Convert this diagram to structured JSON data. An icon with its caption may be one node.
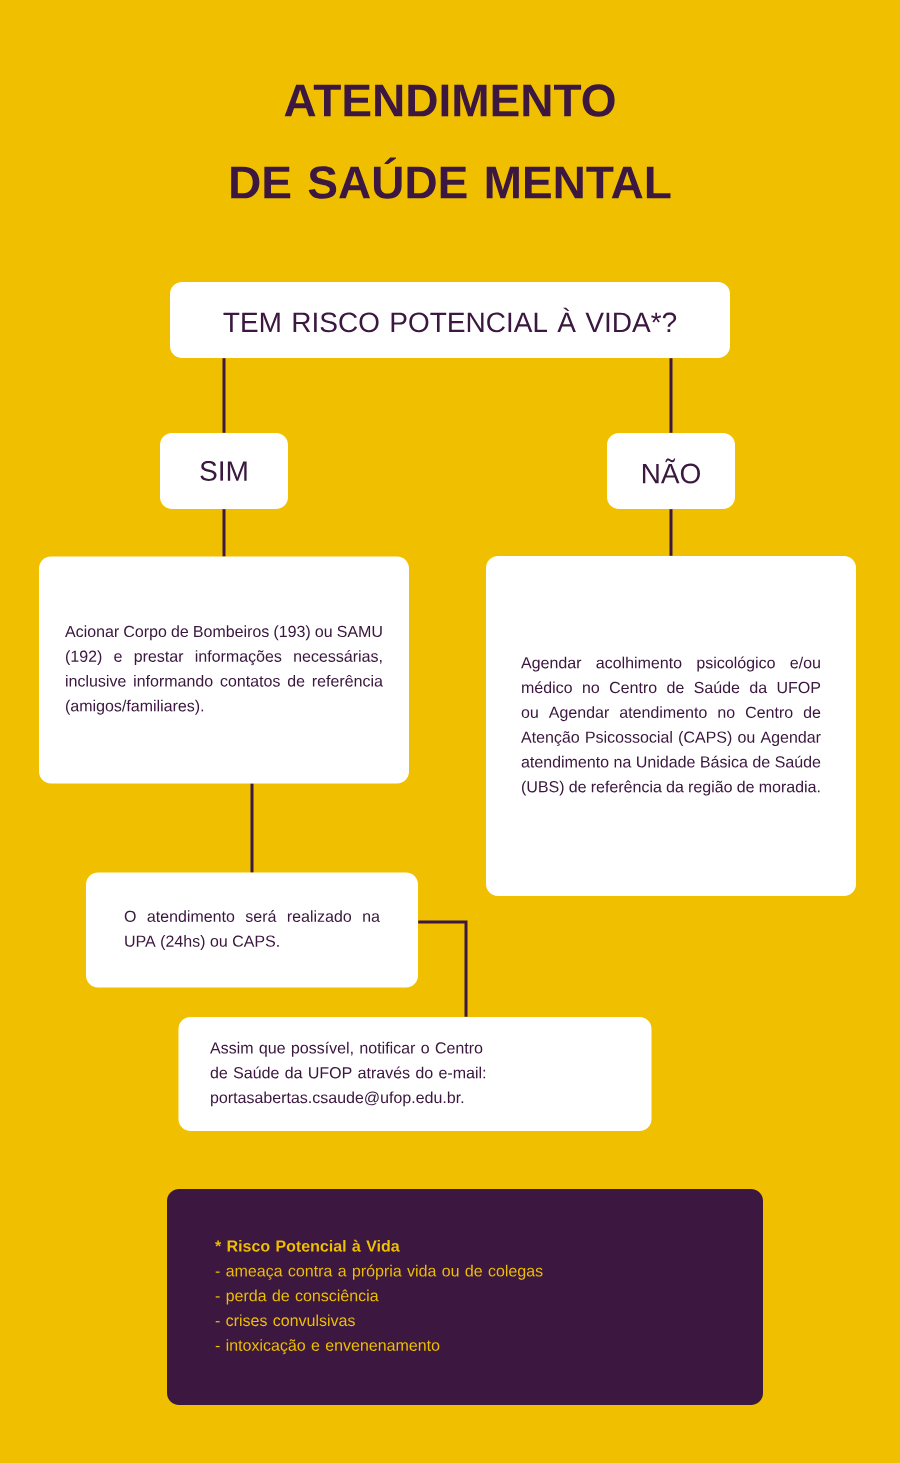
{
  "diagram": {
    "title": "ATENDIMENTO DE SAÚDE MENTAL",
    "nodes": [
      {
        "text": [
          "TEM RISCO POTENCIAL À VIDA*?"
        ]
      },
      {
        "text": [
          "SIM"
        ]
      },
      {
        "text": [
          "NÃO"
        ]
      },
      {
        "text": [
          "Acionar Corpo de Bombeiros (193) ou SAMU (192) e prestar informações necessárias, inclusive informando contatos de referência (amigos/familiares)."
        ]
      },
      {
        "text": [
          "Agendar acolhimento psicológico e/ou médico no Centro de Saúde da UFOP ou Agendar atendimento no Centro de Atenção Psicossocial (CAPS) ou Agendar atendimento na Unidade Básica de Saúde (UBS) de referência da região de moradia."
        ]
      },
      {
        "text": [
          "O atendimento será realizado na UPA (24hs) ou CAPS."
        ]
      },
      {
        "text": [
          "Assim que possível, notificar o Centro de Saúde da UFOP através do e-mail: portasabertas.csaude@ufop.edu.br."
        ]
      },
      {
        "text": [
          "* Risco Potencial à Vida",
          "- ameaça contra a própria vida ou de colegas",
          "- perda de consciência",
          "- crises convulsivas",
          "- intoxicação e envenenamento"
        ]
      }
    ],
    "edges": [
      {
        "from": 0,
        "to": 1,
        "arrow": "none"
      },
      {
        "from": 0,
        "to": 2,
        "arrow": "none"
      },
      {
        "from": 1,
        "to": 3,
        "arrow": "none"
      },
      {
        "from": 2,
        "to": 4,
        "arrow": "none"
      },
      {
        "from": 3,
        "to": 5,
        "arrow": "none"
      },
      {
        "from": 5,
        "to": 6,
        "arrow": "none"
      }
    ]
  }
}
